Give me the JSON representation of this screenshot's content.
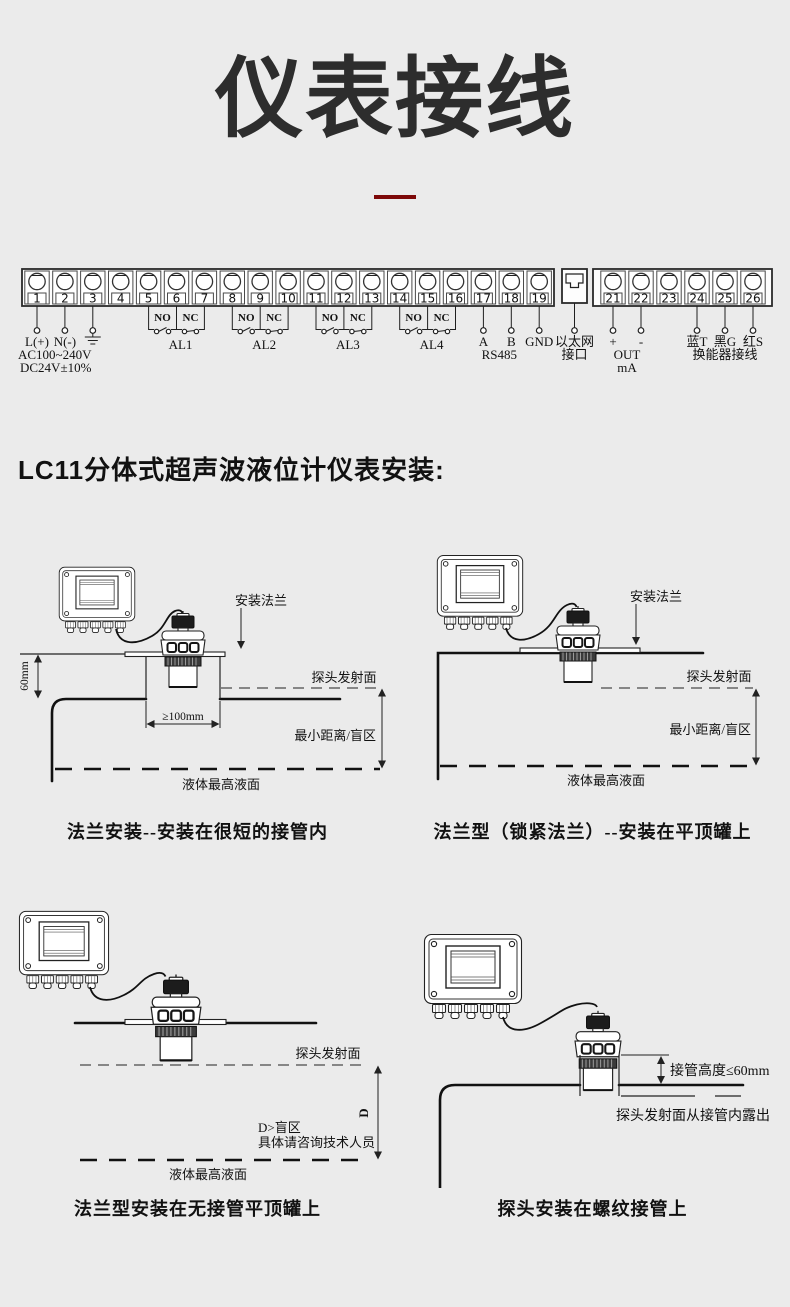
{
  "page": {
    "title": "仪表接线",
    "section_heading": "LC11分体式超声波液位计仪表安装:"
  },
  "terminal_block": {
    "left_numbers": [
      "1",
      "2",
      "3",
      "4",
      "5",
      "6",
      "7",
      "8",
      "9",
      "10",
      "11",
      "12",
      "13",
      "14",
      "15",
      "16",
      "17",
      "18",
      "19"
    ],
    "right_numbers": [
      "21",
      "22",
      "23",
      "24",
      "25",
      "26"
    ],
    "power": {
      "live": "L(+)",
      "neutral": "N(-)",
      "voltage_line1": "AC100~240V",
      "voltage_line2": "DC24V±10%"
    },
    "relays": [
      {
        "no": "NO",
        "nc": "NC",
        "label": "AL1"
      },
      {
        "no": "NO",
        "nc": "NC",
        "label": "AL2"
      },
      {
        "no": "NO",
        "nc": "NC",
        "label": "AL3"
      },
      {
        "no": "NO",
        "nc": "NC",
        "label": "AL4"
      }
    ],
    "rs485": {
      "a": "A",
      "b": "B",
      "gnd": "GND",
      "label": "RS485"
    },
    "ethernet": {
      "line1": "以太网",
      "line2": "接口"
    },
    "current_output": {
      "plus": "+",
      "minus": "-",
      "line1": "OUT",
      "line2": "mA"
    },
    "transducer": {
      "blue": "蓝T",
      "black": "黑G",
      "red": "红S",
      "label": "换能器接线"
    }
  },
  "diagrams": [
    {
      "caption": "法兰安装--安装在很短的接管内",
      "labels": {
        "flange": "安装法兰",
        "dim_height": "60mm",
        "probe_surface": "探头发射面",
        "dim_width": "≥100mm",
        "min_distance": "最小距离/盲区",
        "max_level": "液体最高液面"
      }
    },
    {
      "caption": "法兰型（锁紧法兰）--安装在平顶罐上",
      "labels": {
        "flange": "安装法兰",
        "probe_surface": "探头发射面",
        "min_distance": "最小距离/盲区",
        "max_level": "液体最高液面"
      }
    },
    {
      "caption": "法兰型安装在无接管平顶罐上",
      "labels": {
        "probe_surface": "探头发射面",
        "blind_zone": "D>盲区",
        "consult": "具体请咨询技术人员",
        "dim_d": "D",
        "max_level": "液体最高液面"
      }
    },
    {
      "caption": "探头安装在螺纹接管上",
      "labels": {
        "nozzle_height": "接管高度≤60mm",
        "exposed": "探头发射面从接管内露出"
      }
    }
  ],
  "colors": {
    "background": "#ebebeb",
    "accent_red": "#7d0909",
    "line": "#1f1f1f"
  }
}
